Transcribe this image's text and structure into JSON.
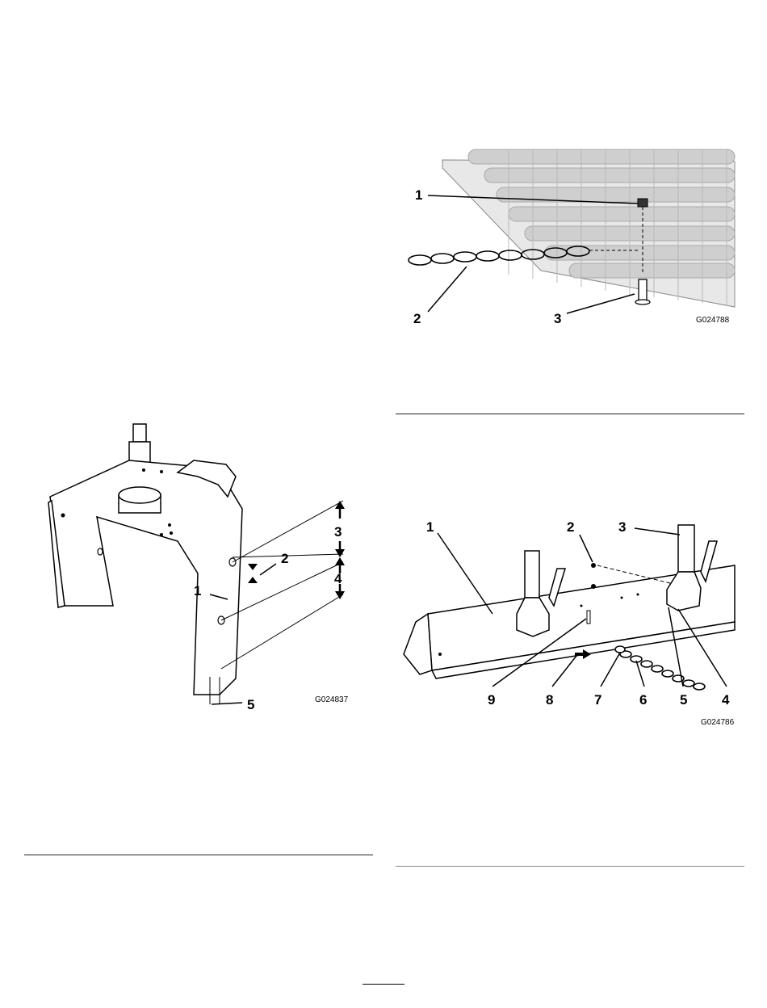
{
  "figures": {
    "spindle_bracket": {
      "id_label": "G024837",
      "callouts": [
        "1",
        "2",
        "3",
        "4",
        "5"
      ]
    },
    "chain_mat": {
      "id_label": "G024788",
      "callouts": [
        "1",
        "2",
        "3"
      ]
    },
    "frame_assembly": {
      "id_label": "G024786",
      "callouts": [
        "1",
        "2",
        "3",
        "4",
        "5",
        "6",
        "7",
        "8",
        "9"
      ]
    }
  },
  "colors": {
    "line": "#000000",
    "gray_mat": "#bdbdbd",
    "rule": "#222222"
  }
}
